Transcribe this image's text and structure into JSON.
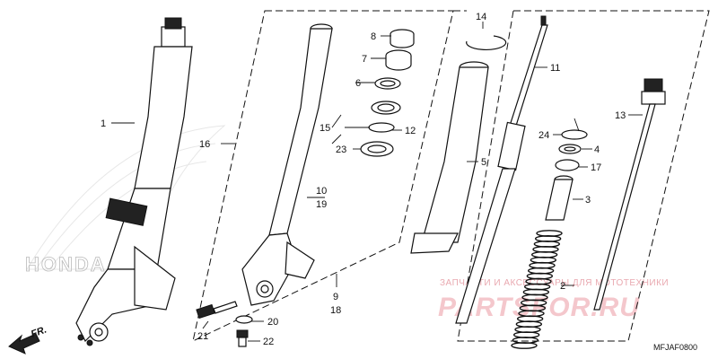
{
  "callouts": [
    {
      "id": "c1",
      "text": "1"
    },
    {
      "id": "c2",
      "text": "2"
    },
    {
      "id": "c3",
      "text": "3"
    },
    {
      "id": "c4",
      "text": "4"
    },
    {
      "id": "c5",
      "text": "5"
    },
    {
      "id": "c6",
      "text": "6"
    },
    {
      "id": "c7",
      "text": "7"
    },
    {
      "id": "c8",
      "text": "8"
    },
    {
      "id": "c9",
      "text": "9"
    },
    {
      "id": "c10",
      "text": "10"
    },
    {
      "id": "c11",
      "text": "11"
    },
    {
      "id": "c12",
      "text": "12"
    },
    {
      "id": "c13",
      "text": "13"
    },
    {
      "id": "c14",
      "text": "14"
    },
    {
      "id": "c15",
      "text": "15"
    },
    {
      "id": "c16",
      "text": "16"
    },
    {
      "id": "c17",
      "text": "17"
    },
    {
      "id": "c18",
      "text": "18"
    },
    {
      "id": "c19",
      "text": "19"
    },
    {
      "id": "c20",
      "text": "20"
    },
    {
      "id": "c21",
      "text": "21"
    },
    {
      "id": "c22",
      "text": "22"
    },
    {
      "id": "c23",
      "text": "23"
    },
    {
      "id": "c24",
      "text": "24"
    }
  ],
  "direction_label": "FR.",
  "diagram_code": "MFJAF0800",
  "watermark_brand": "HONDA",
  "watermark_site": "PARTSFOR.RU",
  "watermark_tagline": "ЗАПЧАСТИ И АКСЕССУАРЫ ДЛЯ МОТОТЕХНИКИ",
  "colors": {
    "ink": "#111111",
    "watermark": "#f4c7cc"
  }
}
